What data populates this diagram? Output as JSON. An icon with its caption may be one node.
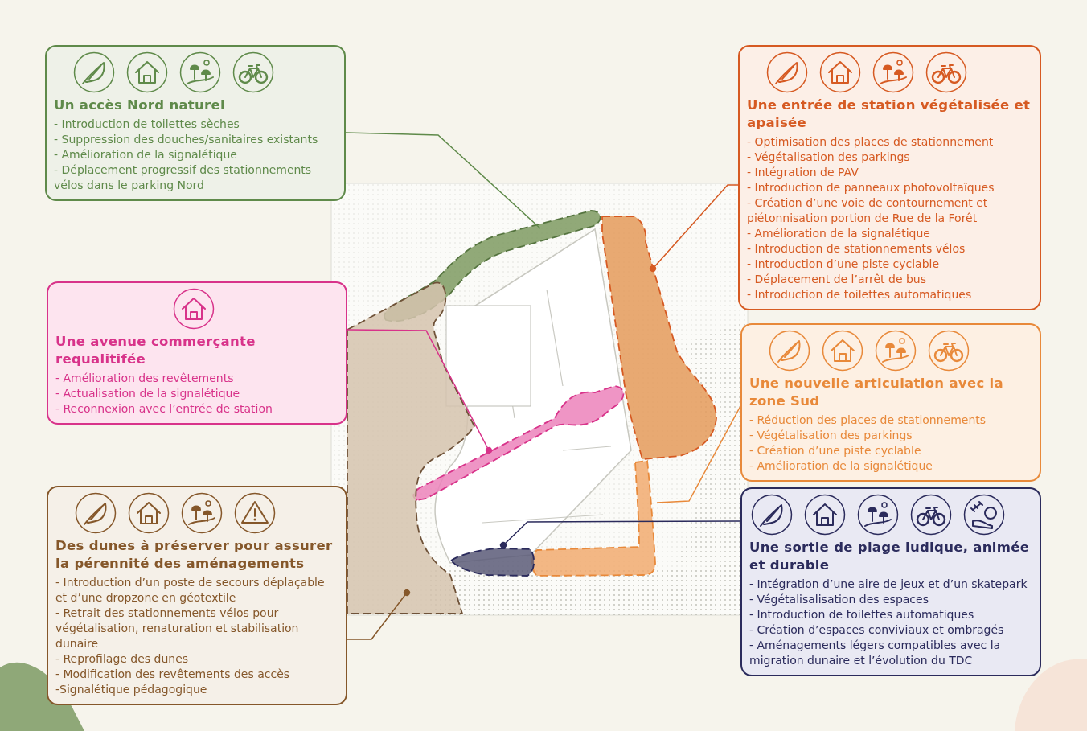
{
  "diagram": {
    "nodes": [
      {
        "text": [
          "Un accès Nord naturel",
          "- Introduction de toilettes sèches",
          "- Suppression des douches/sanitaires existants",
          "- Amélioration de la signalétique",
          "- Déplacement progressif des stationnements vélos dans le parking Nord"
        ]
      },
      {
        "text": [
          "Une entrée de station végétalisée et apaisée",
          "- Optimisation des places de stationnement",
          "- Végétalisation des parkings",
          "- Intégration de PAV",
          "- Introduction de panneaux photovoltaïques",
          "- Création d’une voie de contournement et piétonnisation portion de Rue de la Forêt",
          "- Amélioration de la signalétique",
          "- Introduction de stationnements vélos",
          "- Introduction d’une piste cyclable",
          "- Déplacement de l’arrêt de bus",
          "- Introduction de toilettes automatiques"
        ]
      },
      {
        "text": [
          "Une avenue commerçante requalitifée",
          "- Amélioration des revêtements",
          "- Actualisation de la signalétique",
          "- Reconnexion avec l’entrée de station"
        ]
      },
      {
        "text": [
          "Une nouvelle articulation avec la zone Sud",
          "- Réduction des places de stationnements",
          "- Végétalisation des parkings",
          "- Création d’une piste cyclable",
          "- Amélioration de la signalétique"
        ]
      },
      {
        "text": [
          "Des dunes à préserver pour assurer la pérennité des aménagements",
          "- Introduction d’un poste de secours déplaçable et d’une dropzone en géotextile",
          "- Retrait des stationnements vélos pour végétalisation, renaturation et stabilisation dunaire",
          "- Reprofilage des dunes",
          "- Modification des revêtements des accès",
          "-Signalétique pédagogique"
        ]
      },
      {
        "text": [
          "Une sortie de plage ludique, animée et durable",
          "- Intégration d’une aire de jeux et d’un skatepark",
          "- Végétalisalisation des espaces",
          "- Introduction de toilettes automatiques",
          "- Création d’espaces conviviaux et ombragés",
          "- Aménagements légers compatibles avec la migration dunaire et l’évolution du TDC"
        ]
      },
      {
        "text": [],
        "shape": "area"
      },
      {
        "text": [],
        "shape": "area"
      },
      {
        "text": [],
        "shape": "area"
      },
      {
        "text": [],
        "shape": "area"
      },
      {
        "text": [],
        "shape": "area"
      },
      {
        "text": [],
        "shape": "area"
      }
    ],
    "edges": [
      {
        "from": 0,
        "to": 6,
        "arrow": "none",
        "color": "#5f8a4a"
      },
      {
        "from": 1,
        "to": 7,
        "arrow": "other",
        "color": "#d65a22"
      },
      {
        "from": 2,
        "to": 8,
        "arrow": "other",
        "color": "#d8338a"
      },
      {
        "from": 3,
        "to": 9,
        "arrow": "none",
        "color": "#e8893a"
      },
      {
        "from": 4,
        "to": 11,
        "arrow": "other",
        "color": "#85572a"
      },
      {
        "from": 5,
        "to": 10,
        "arrow": "other",
        "color": "#2b2b5c"
      }
    ]
  }
}
